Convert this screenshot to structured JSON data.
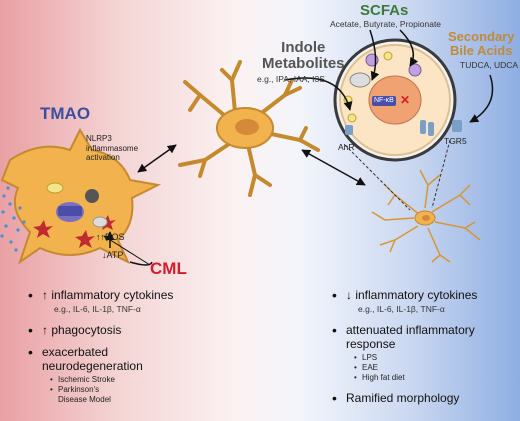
{
  "colors": {
    "tmao": "#3b4fa0",
    "cml": "#d81b2a",
    "scfa": "#3c7a3c",
    "indole": "#555555",
    "bile": "#c08a3c",
    "microglia": "#f0b04a"
  },
  "labels": {
    "tmao": "TMAO",
    "nlrp3": "NLRP3\ninflammasome\nactivation",
    "ros": "ROS",
    "atp_left": "ATP",
    "cml": "CML",
    "scfa_title": "SCFAs",
    "scfa_sub": "Acetate, Butyrate, Propionate",
    "indole_title": "Indole\nMetabolites",
    "indole_sub": "e.g., IPA, IAA, I3S",
    "bile_title": "Secondary\nBile Acids",
    "bile_sub": "TUDCA, UDCA",
    "ahr": "AhR",
    "tgr5": "TGR5",
    "nfkb": "NF-κB"
  },
  "left": {
    "items": [
      {
        "arrow": "up",
        "text": "inflammatory cytokines",
        "example": "e.g., IL-6, IL-1β, TNF-α"
      },
      {
        "arrow": "up",
        "text": "phagocytosis"
      },
      {
        "text": "exacerbated\nneurodegeneration",
        "sub": [
          "Ischemic Stroke",
          "Parkinson's Disease Model"
        ]
      }
    ]
  },
  "right": {
    "items": [
      {
        "arrow": "down",
        "text": "inflammatory cytokines",
        "example": "e.g., IL-6, IL-1β, TNF-α"
      },
      {
        "text": "attenuated inflammatory\nresponse",
        "sub": [
          "LPS",
          "EAE",
          "High fat diet"
        ]
      },
      {
        "text": "Ramified morphology"
      }
    ]
  }
}
